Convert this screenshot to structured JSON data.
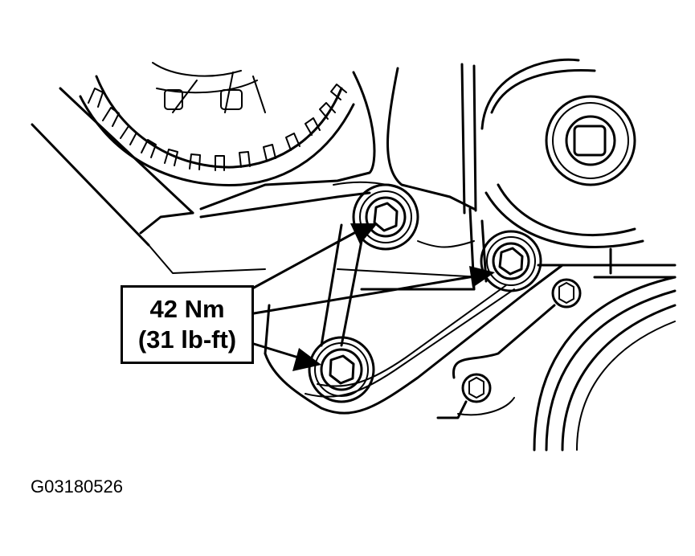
{
  "callout": {
    "torque_nm": "42 Nm",
    "torque_lbft": "(31 lb-ft)"
  },
  "figure": {
    "id": "G03180526"
  },
  "icons": [
    "bolt-icon",
    "arrow-icon"
  ],
  "colors": {
    "ink": "#000000",
    "paper": "#ffffff"
  }
}
